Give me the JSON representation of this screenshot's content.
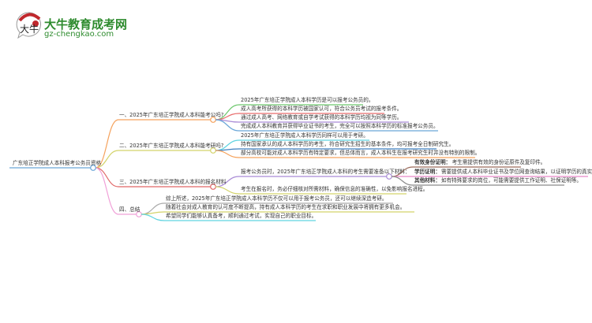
{
  "logo": {
    "title": "大牛教育成考网",
    "url": "gz-chengkao.com",
    "mark_text": "大牛",
    "color": "#2e8b2e"
  },
  "root": "广东培正学院成人本科报考公务员资格",
  "branches": [
    {
      "label": "一、2025年广东培正学院成人本科能考公吗?",
      "color": "#f5a25d",
      "leaves": [
        {
          "text": "2025年广东培正学院成人本科学历是可以报考公务员的。",
          "color": "#6cc76c"
        },
        {
          "text": "成人高考所获得的本科学历被国家认可，符合公务员考试的报考条件。",
          "color": "#e86b6b"
        },
        {
          "text": "通过成人高考、网络教育或自学考试获得的本科学历均视为同等学历。",
          "color": "#a98bd6"
        },
        {
          "text": "完成成人本科教育并获得毕业证书的考生，完全可以按照本科学历的标准报考公务员。",
          "color": "#6aa6d8"
        }
      ]
    },
    {
      "label": "二、2025年广东培正学院成人本科能考研吗?",
      "color": "#d3d36a",
      "leaves": [
        {
          "text": "2025年广东培正学院成人本科学历同样可以用于考研。",
          "color": "#5fd3e0"
        },
        {
          "text": "持有国家承认的成人本科学历的考生，符合研究生招生的基本条件，均可报考全日制研究生。",
          "color": "#3d7fbf"
        },
        {
          "text": "部分高校可能对成人本科学历有特定要求，但总体而言，成人本科生在报考研究生时并没有特别的限制。",
          "color": "#f5a25d"
        }
      ]
    },
    {
      "label": "三、2025年广东培正学院成人本科的报名材料",
      "color": "#e06666",
      "leaves": [
        {
          "text": "报考公务员时，2025年广东培正学院成人本科的考生需要准备以下材料：",
          "color": "#a98bd6",
          "subs": [
            {
              "title": "有效身份证明：",
              "text": "考生需提供有效的身份证原件及复印件。",
              "color": "#9b6a5a"
            },
            {
              "title": "学历证明：",
              "text": "需要提供成人本科毕业证书及学位网查询结果，以证明学历的真实性。",
              "color": "#e887c8"
            },
            {
              "title": "其他材料：",
              "text": "如有特殊要求的岗位，可能需要提供工作证明、社保证明等。",
              "color": "#8a8a8a"
            }
          ]
        },
        {
          "text": "考生在报名时，务必仔细核对所需材料，确保信息的准确性，以免影响报名进程。",
          "color": "#d3d36a"
        }
      ]
    },
    {
      "label": "四、总结",
      "color": "#f0a0d8",
      "leaves": [
        {
          "text": "综上所述，2025年广东培正学院成人本科学历不仅可以用于报考公务员，还可以继续深造考研。",
          "color": "#aaaaaa"
        },
        {
          "text": "随着社会对成人教育的认可度不断提高，持有成人本科学历的考生在求职和职业发展中将拥有更多机会。",
          "color": "#d3d36a"
        },
        {
          "text": "希望同学们能够认真备考，顺利通过考试，实现自己的职业目标。",
          "color": "#5fd3e0"
        }
      ]
    }
  ],
  "root_color": "#6aa6d8"
}
